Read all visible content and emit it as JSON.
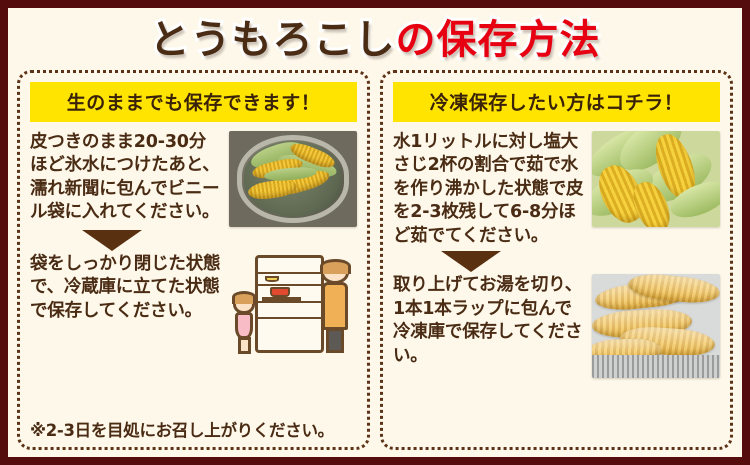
{
  "title": {
    "part_dark": "とうもろこし",
    "part_red": "の保存方法",
    "colors": {
      "dark": "#4A2B14",
      "red": "#E60012",
      "outline": "#FFFFFF"
    }
  },
  "theme": {
    "frame_color": "#540C0C",
    "background": "#FDF8EA",
    "banner_bg": "#FFE400",
    "text_color": "#4A2B14",
    "border_color": "#5C3317",
    "arrow_color": "#5A3110"
  },
  "panels": [
    {
      "id": "raw-storage",
      "heading": "生のままでも保存できます！",
      "steps": [
        {
          "text": "皮つきのまま20-30分ほど氷水につけたあと、濡れ新聞に包んでビニール袋に入れてください。",
          "media_name": "corn-in-ice-water-photo"
        },
        {
          "text": "袋をしっかり閉じた状態で、冷蔵庫に立てた状態で保存してください。",
          "media_name": "refrigerator-illustration"
        }
      ],
      "footnote": "※2-3日を目処にお召し上がりください。"
    },
    {
      "id": "frozen-storage",
      "heading": "冷凍保存したい方はコチラ！",
      "steps": [
        {
          "text": "水1リットルに対し塩大さじ2杯の割合で茹で水を作り沸かした状態で皮を2-3枚残して6-8分ほど茹でてください。",
          "media_name": "boiled-corn-photo"
        },
        {
          "text": "取り上げてお湯を切り、1本1本ラップに包んで冷凍庫で保存してください。",
          "media_name": "frozen-wrapped-corn-photo"
        }
      ],
      "footnote": ""
    }
  ]
}
